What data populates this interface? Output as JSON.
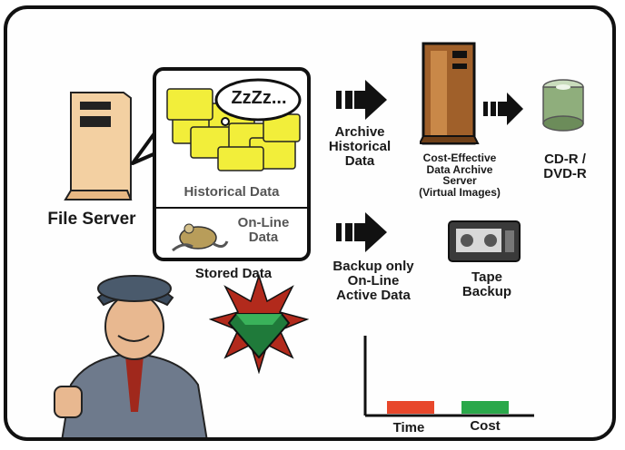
{
  "file_server": {
    "label": "File Server",
    "icon": "server-tower-icon"
  },
  "stored_data": {
    "label": "Stored Data",
    "historical_label": "Historical Data",
    "online_label": "On-Line\nData",
    "sleep_text": "ZzZz..."
  },
  "archive_path": {
    "arrow_label": "Archive\nHistorical\nData",
    "server_label": "Cost-Effective\nData Archive\nServer\n(Virtual Images)",
    "media_label": "CD-R /\nDVD-R"
  },
  "backup_path": {
    "arrow_label": "Backup only\nOn-Line\nActive Data",
    "tape_label": "Tape\nBackup"
  },
  "comparison": {
    "time_label": "Time",
    "cost_label": "Cost",
    "time_color": "#e8472b",
    "cost_color": "#2aa84a"
  },
  "colors": {
    "folder_yellow": "#f2ee3a",
    "server_brown": "#a0602a",
    "gem_green": "#1f7a3a",
    "burst_red": "#b22a1c"
  }
}
